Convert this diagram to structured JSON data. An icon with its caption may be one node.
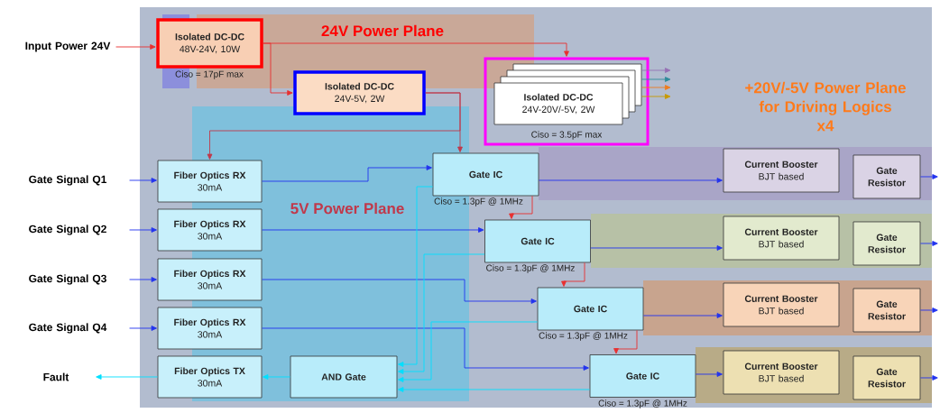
{
  "diagram": {
    "nodes": [
      {
        "text": [
          "Input Power 24V"
        ]
      },
      {
        "text": [
          "Gate Signal Q1"
        ]
      },
      {
        "text": [
          "Gate Signal Q2"
        ]
      },
      {
        "text": [
          "Gate Signal Q3"
        ]
      },
      {
        "text": [
          "Gate Signal Q4"
        ]
      },
      {
        "text": [
          "Fault"
        ]
      },
      {
        "text": [
          "+20V/-5V Power Plane for Driving Logics",
          "x4"
        ]
      },
      {
        "text": [
          "Isolated DC-DC",
          "48V-24V, 10W"
        ],
        "beside": [
          "Ciso = 17pF max"
        ],
        "in": 6
      },
      {
        "text": [
          "Isolated DC-DC",
          "24V-5V, 2W"
        ],
        "in": 6
      },
      {
        "text": [],
        "shape": "box",
        "in": 6
      },
      {
        "text": [
          "Isolated DC-DC",
          "24V-20V/-5V, 2W"
        ],
        "beside": [
          "Ciso = 3.5pF max"
        ],
        "in": 9
      },
      {
        "text": [
          "Fiber Optics RX",
          "30mA"
        ],
        "in": 6
      },
      {
        "text": [
          "Fiber Optics RX",
          "30mA"
        ],
        "in": 6
      },
      {
        "text": [
          "Fiber Optics RX",
          "30mA"
        ],
        "in": 6
      },
      {
        "text": [
          "Fiber Optics RX",
          "30mA"
        ],
        "in": 6
      },
      {
        "text": [
          "Fiber Optics TX",
          "30mA"
        ],
        "in": 6
      },
      {
        "text": [
          "AND Gate"
        ],
        "in": 6
      },
      {
        "text": [
          "Gate IC"
        ],
        "beside": [
          "Ciso = 1.3pF @ 1MHz"
        ],
        "in": 6
      },
      {
        "text": [
          "Gate IC"
        ],
        "beside": [
          "Ciso = 1.3pF @ 1MHz"
        ],
        "in": 6
      },
      {
        "text": [
          "Gate IC"
        ],
        "beside": [
          "Ciso = 1.3pF @ 1MHz"
        ],
        "in": 6
      },
      {
        "text": [
          "Gate IC"
        ],
        "beside": [
          "Ciso = 1.3pF @ 1MHz"
        ],
        "in": 6
      },
      {
        "text": [
          "Current Booster",
          "BJT based"
        ],
        "in": 6
      },
      {
        "text": [
          "Current Booster",
          "BJT based"
        ],
        "in": 6
      },
      {
        "text": [
          "Current Booster",
          "BJT based"
        ],
        "in": 6
      },
      {
        "text": [
          "Current Booster",
          "BJT based"
        ],
        "in": 6
      },
      {
        "text": [
          "Gate Resistor"
        ],
        "in": 6
      },
      {
        "text": [
          "Gate Resistor"
        ],
        "in": 6
      },
      {
        "text": [
          "Gate Resistor"
        ],
        "in": 6
      },
      {
        "text": [
          "Gate Resistor"
        ],
        "in": 6
      }
    ],
    "edges": [
      {
        "from": 0,
        "to": 7,
        "arrow": "to",
        "color": "#e83030"
      },
      {
        "from": 7,
        "to": 8,
        "arrow": "to",
        "color": "#e83030"
      },
      {
        "from": 7,
        "to": 9,
        "arrow": "to",
        "color": "#e83030"
      },
      {
        "from": 8,
        "to": 11,
        "arrow": "to",
        "color": "#c0394b"
      },
      {
        "from": 8,
        "to": 17,
        "arrow": "to",
        "color": "#c0394b"
      },
      {
        "from": 17,
        "to": 18,
        "arrow": "to",
        "color": "#e83030"
      },
      {
        "from": 18,
        "to": 19,
        "arrow": "to",
        "color": "#e83030"
      },
      {
        "from": 19,
        "to": 20,
        "arrow": "to",
        "color": "#e83030"
      },
      {
        "from": 1,
        "to": 11,
        "arrow": "to"
      },
      {
        "from": 2,
        "to": 12,
        "arrow": "to"
      },
      {
        "from": 3,
        "to": 13,
        "arrow": "to"
      },
      {
        "from": 4,
        "to": 14,
        "arrow": "to"
      },
      {
        "from": 11,
        "to": 17,
        "arrow": "to"
      },
      {
        "from": 12,
        "to": 18,
        "arrow": "to"
      },
      {
        "from": 13,
        "to": 19,
        "arrow": "to"
      },
      {
        "from": 14,
        "to": 20,
        "arrow": "to"
      },
      {
        "from": 17,
        "to": 21,
        "arrow": "to"
      },
      {
        "from": 18,
        "to": 22,
        "arrow": "to"
      },
      {
        "from": 19,
        "to": 23,
        "arrow": "to"
      },
      {
        "from": 20,
        "to": 24,
        "arrow": "to"
      },
      {
        "from": 25,
        "to": null,
        "arrow": "to"
      },
      {
        "from": 26,
        "to": null,
        "arrow": "to"
      },
      {
        "from": 27,
        "to": null,
        "arrow": "to"
      },
      {
        "from": 28,
        "to": null,
        "arrow": "to"
      },
      {
        "from": 10,
        "to": null,
        "arrow": "to",
        "color": "#9670b4"
      },
      {
        "from": 10,
        "to": null,
        "arrow": "to",
        "color": "#2e8b9a"
      },
      {
        "from": 10,
        "to": null,
        "arrow": "to",
        "color": "#ee7d1e"
      },
      {
        "from": 10,
        "to": null,
        "arrow": "to",
        "color": "#c89a00"
      },
      {
        "from": 17,
        "to": 16,
        "arrow": "to",
        "color": "#00e0ff"
      },
      {
        "from": 18,
        "to": 16,
        "arrow": "to",
        "color": "#00e0ff"
      },
      {
        "from": 19,
        "to": 16,
        "arrow": "to",
        "color": "#00e0ff"
      },
      {
        "from": 20,
        "to": 16,
        "arrow": "to",
        "color": "#00e0ff"
      },
      {
        "from": 16,
        "to": 15,
        "arrow": "to",
        "color": "#00e0ff"
      },
      {
        "from": 15,
        "to": 5,
        "arrow": "to",
        "color": "#00e0ff"
      }
    ],
    "labels": [
      "24V Power Plane",
      "5V Power Plane"
    ]
  }
}
